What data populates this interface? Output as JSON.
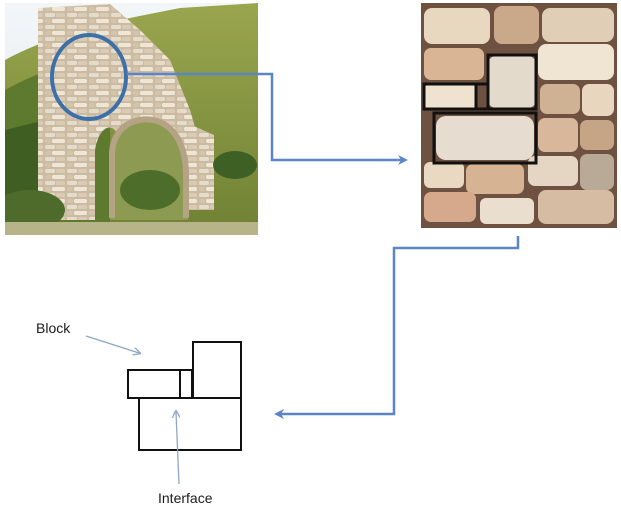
{
  "labels": {
    "block": "Block",
    "interface": "Interface"
  },
  "colors": {
    "arrow": "#5b86c5",
    "circle": "#3d6fa8",
    "outline": "#111111",
    "pointer": "#8fa6c3",
    "sky": "#eef3f7",
    "mountain": "#7d8f3e",
    "stone_light": "#e3d7c3",
    "stone_dark": "#8b6d54"
  },
  "icons": {
    "photo_left": "stone-arch-ruin-photo",
    "photo_right": "stone-wall-closeup-photo",
    "detail_circle": "circle-highlight",
    "flow_arrow": "arrow-right",
    "block_drawing": "block-schematic"
  }
}
